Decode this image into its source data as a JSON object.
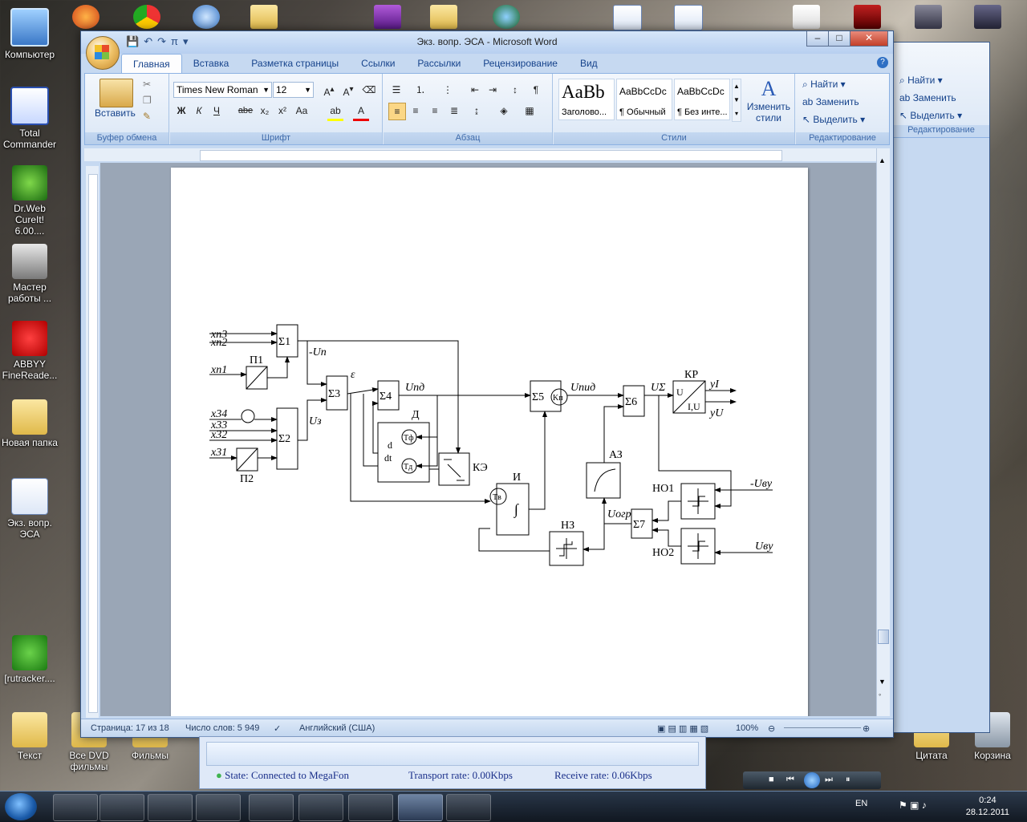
{
  "window": {
    "title": "Экз. вопр. ЭСА - Microsoft Word"
  },
  "tabs": [
    "Главная",
    "Вставка",
    "Разметка страницы",
    "Ссылки",
    "Рассылки",
    "Рецензирование",
    "Вид"
  ],
  "ribbon": {
    "clipboard": {
      "paste": "Вставить",
      "label": "Буфер обмена"
    },
    "font": {
      "name": "Times New Roman",
      "size": "12",
      "label": "Шрифт",
      "bold": "Ж",
      "italic": "К",
      "underline": "Ч",
      "strike": "abe",
      "sub": "x₂",
      "sup": "x²",
      "case": "Aa"
    },
    "paragraph": {
      "label": "Абзац"
    },
    "styles": {
      "label": "Стили",
      "tiles": [
        {
          "preview": "AaBb",
          "caption": "Заголово..."
        },
        {
          "preview": "AaBbCcDc",
          "caption": "¶ Обычный"
        },
        {
          "preview": "AaBbCcDc",
          "caption": "¶ Без инте..."
        }
      ],
      "change": "Изменить стили"
    },
    "editing": {
      "label": "Редактирование",
      "find": "Найти",
      "replace": "Заменить",
      "select": "Выделить"
    }
  },
  "second_window": {
    "find": "Найти",
    "replace": "Заменить",
    "select": "Выделить",
    "label": "Редактирование"
  },
  "status": {
    "page": "Страница: 17 из 18",
    "words": "Число слов: 5 949",
    "lang": "Английский (США)",
    "zoom": "100%"
  },
  "desktop_icons": [
    {
      "id": "computer",
      "label": "Компьютер"
    },
    {
      "id": "totalcmd",
      "label": "Total Commander"
    },
    {
      "id": "drweb",
      "label": "Dr.Web CureIt! 6.00...."
    },
    {
      "id": "master",
      "label": "Мастер работы ..."
    },
    {
      "id": "abbyy",
      "label": "ABBYY FineReade..."
    },
    {
      "id": "newfolder",
      "label": "Новая папка"
    },
    {
      "id": "doc",
      "label": "Экз. вопр. ЭСА"
    },
    {
      "id": "utorrent",
      "label": "[rutracker...."
    },
    {
      "id": "text",
      "label": "Текст"
    },
    {
      "id": "dvd",
      "label": "Все DVD фильмы"
    },
    {
      "id": "films",
      "label": "Фильмы"
    },
    {
      "id": "citata",
      "label": "Цитата"
    },
    {
      "id": "trash",
      "label": "Корзина"
    }
  ],
  "panel": {
    "state": "State: Connected to MegaFon",
    "transport": "Transport rate: 0.00Kbps",
    "receive": "Receive rate: 0.06Kbps"
  },
  "taskbar": {
    "lang": "EN",
    "time": "0:24",
    "date": "28.12.2011"
  },
  "diagram": {
    "inputs": [
      "xп3",
      "xп2",
      "xп1",
      "x34",
      "x33",
      "x32",
      "x31"
    ],
    "blocks": [
      "Σ1",
      "Σ2",
      "Σ3",
      "Σ4",
      "Σ5",
      "Σ6",
      "Σ7",
      "П1",
      "П2",
      "Д",
      "КЭ",
      "И",
      "НЗ",
      "АЗ",
      "НО1",
      "НО2",
      "КР"
    ],
    "labels": [
      "-Uп",
      "Uз",
      "ε",
      "Uпд",
      "Uпид",
      "UΣ",
      "Uогр",
      "-Uву",
      "Uву",
      "yI",
      "yU"
    ]
  }
}
